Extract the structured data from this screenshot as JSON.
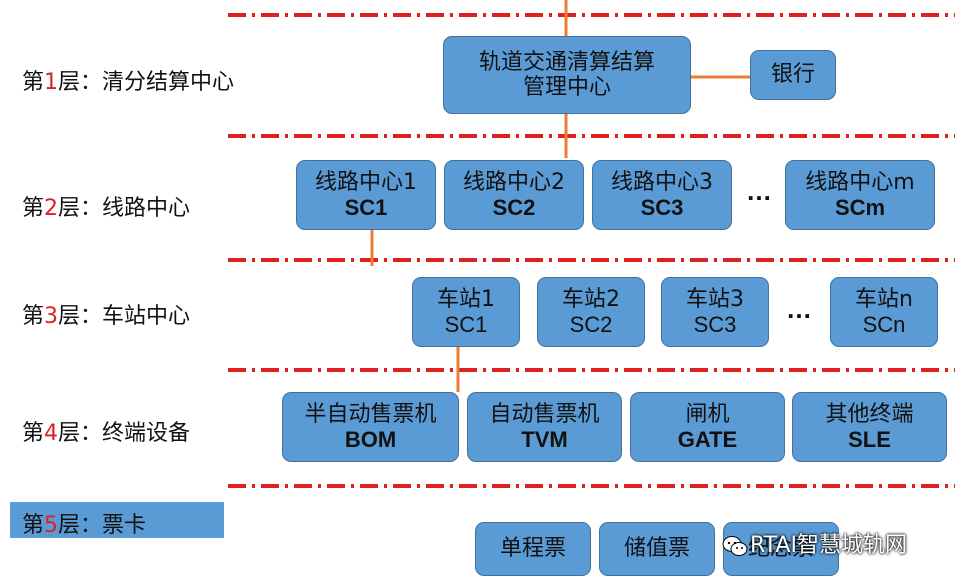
{
  "layers": [
    {
      "prefix": "第",
      "num": "1",
      "suffix": "层：清分结算中心"
    },
    {
      "prefix": "第",
      "num": "2",
      "suffix": "层：线路中心"
    },
    {
      "prefix": "第",
      "num": "3",
      "suffix": "层：车站中心"
    },
    {
      "prefix": "第",
      "num": "4",
      "suffix": "层：终端设备"
    },
    {
      "prefix": "第",
      "num": "5",
      "suffix": "层：票卡"
    }
  ],
  "level1": {
    "center_line1": "轨道交通清算结算",
    "center_line2": "管理中心",
    "bank": "银行"
  },
  "level2": [
    {
      "name": "线路中心1",
      "code": "SC1"
    },
    {
      "name": "线路中心2",
      "code": "SC2"
    },
    {
      "name": "线路中心3",
      "code": "SC3"
    },
    {
      "name": "线路中心m",
      "code": "SCm"
    }
  ],
  "level3": [
    {
      "name": "车站1",
      "code": "SC1"
    },
    {
      "name": "车站2",
      "code": "SC2"
    },
    {
      "name": "车站3",
      "code": "SC3"
    },
    {
      "name": "车站n",
      "code": "SCn"
    }
  ],
  "level4": [
    {
      "name": "半自动售票机",
      "code": "BOM"
    },
    {
      "name": "自动售票机",
      "code": "TVM"
    },
    {
      "name": "闸机",
      "code": "GATE"
    },
    {
      "name": "其他终端",
      "code": "SLE"
    }
  ],
  "level5": [
    {
      "name": "单程票"
    },
    {
      "name": "储值票"
    },
    {
      "name": "纪念票"
    }
  ],
  "ellipsis": "…",
  "watermark": "RTAI智慧城轨网",
  "colors": {
    "box": "#5b9bd5",
    "divider": "#e02020",
    "connector": "#ed7d31",
    "layer_number": "#e02020"
  }
}
